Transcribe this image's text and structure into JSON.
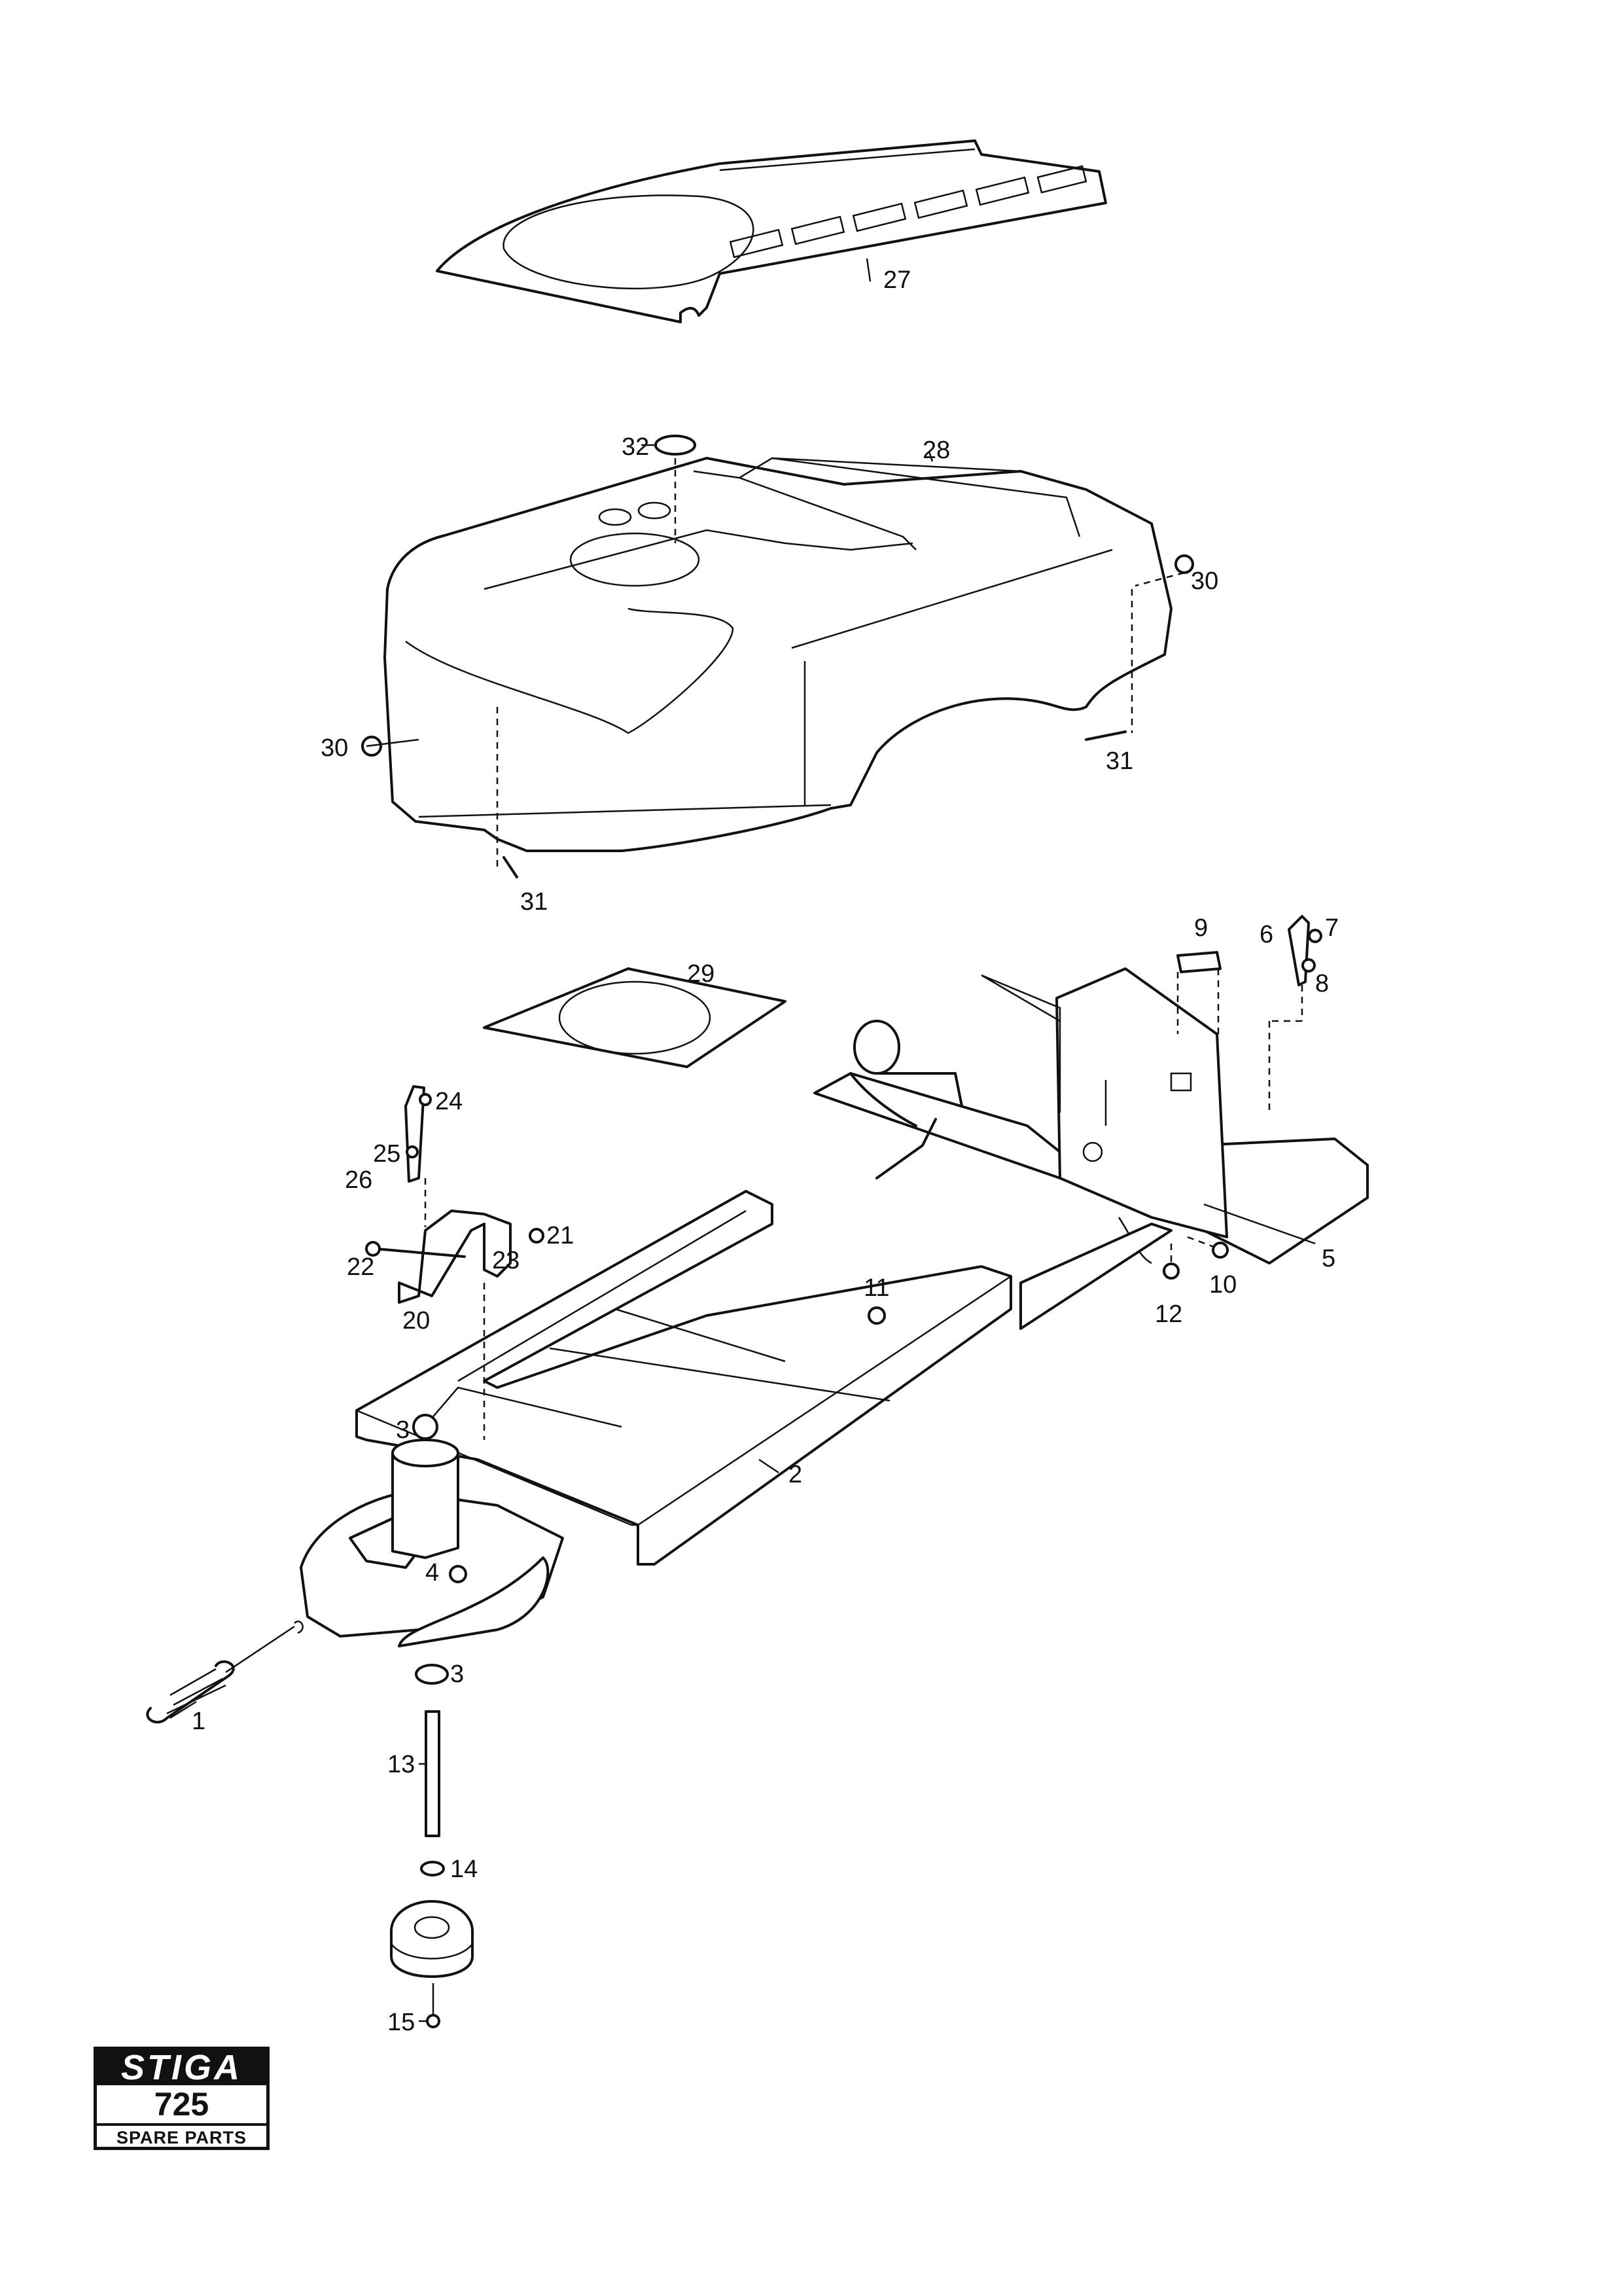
{
  "logo": {
    "brand": "STIGA",
    "model": "725",
    "caption": "SPARE PARTS"
  },
  "labels": {
    "p1": "1",
    "p2": "2",
    "p3a": "3",
    "p3b": "3",
    "p4": "4",
    "p5": "5",
    "p6": "6",
    "p7": "7",
    "p8": "8",
    "p9": "9",
    "p10": "10",
    "p11": "11",
    "p12": "12",
    "p13": "13",
    "p14": "14",
    "p15": "15",
    "p20": "20",
    "p21": "21",
    "p22": "22",
    "p23": "23",
    "p24": "24",
    "p25": "25",
    "p26": "26",
    "p27": "27",
    "p28": "28",
    "p29": "29",
    "p30a": "30",
    "p30b": "30",
    "p31a": "31",
    "p31b": "31",
    "p32": "32"
  }
}
